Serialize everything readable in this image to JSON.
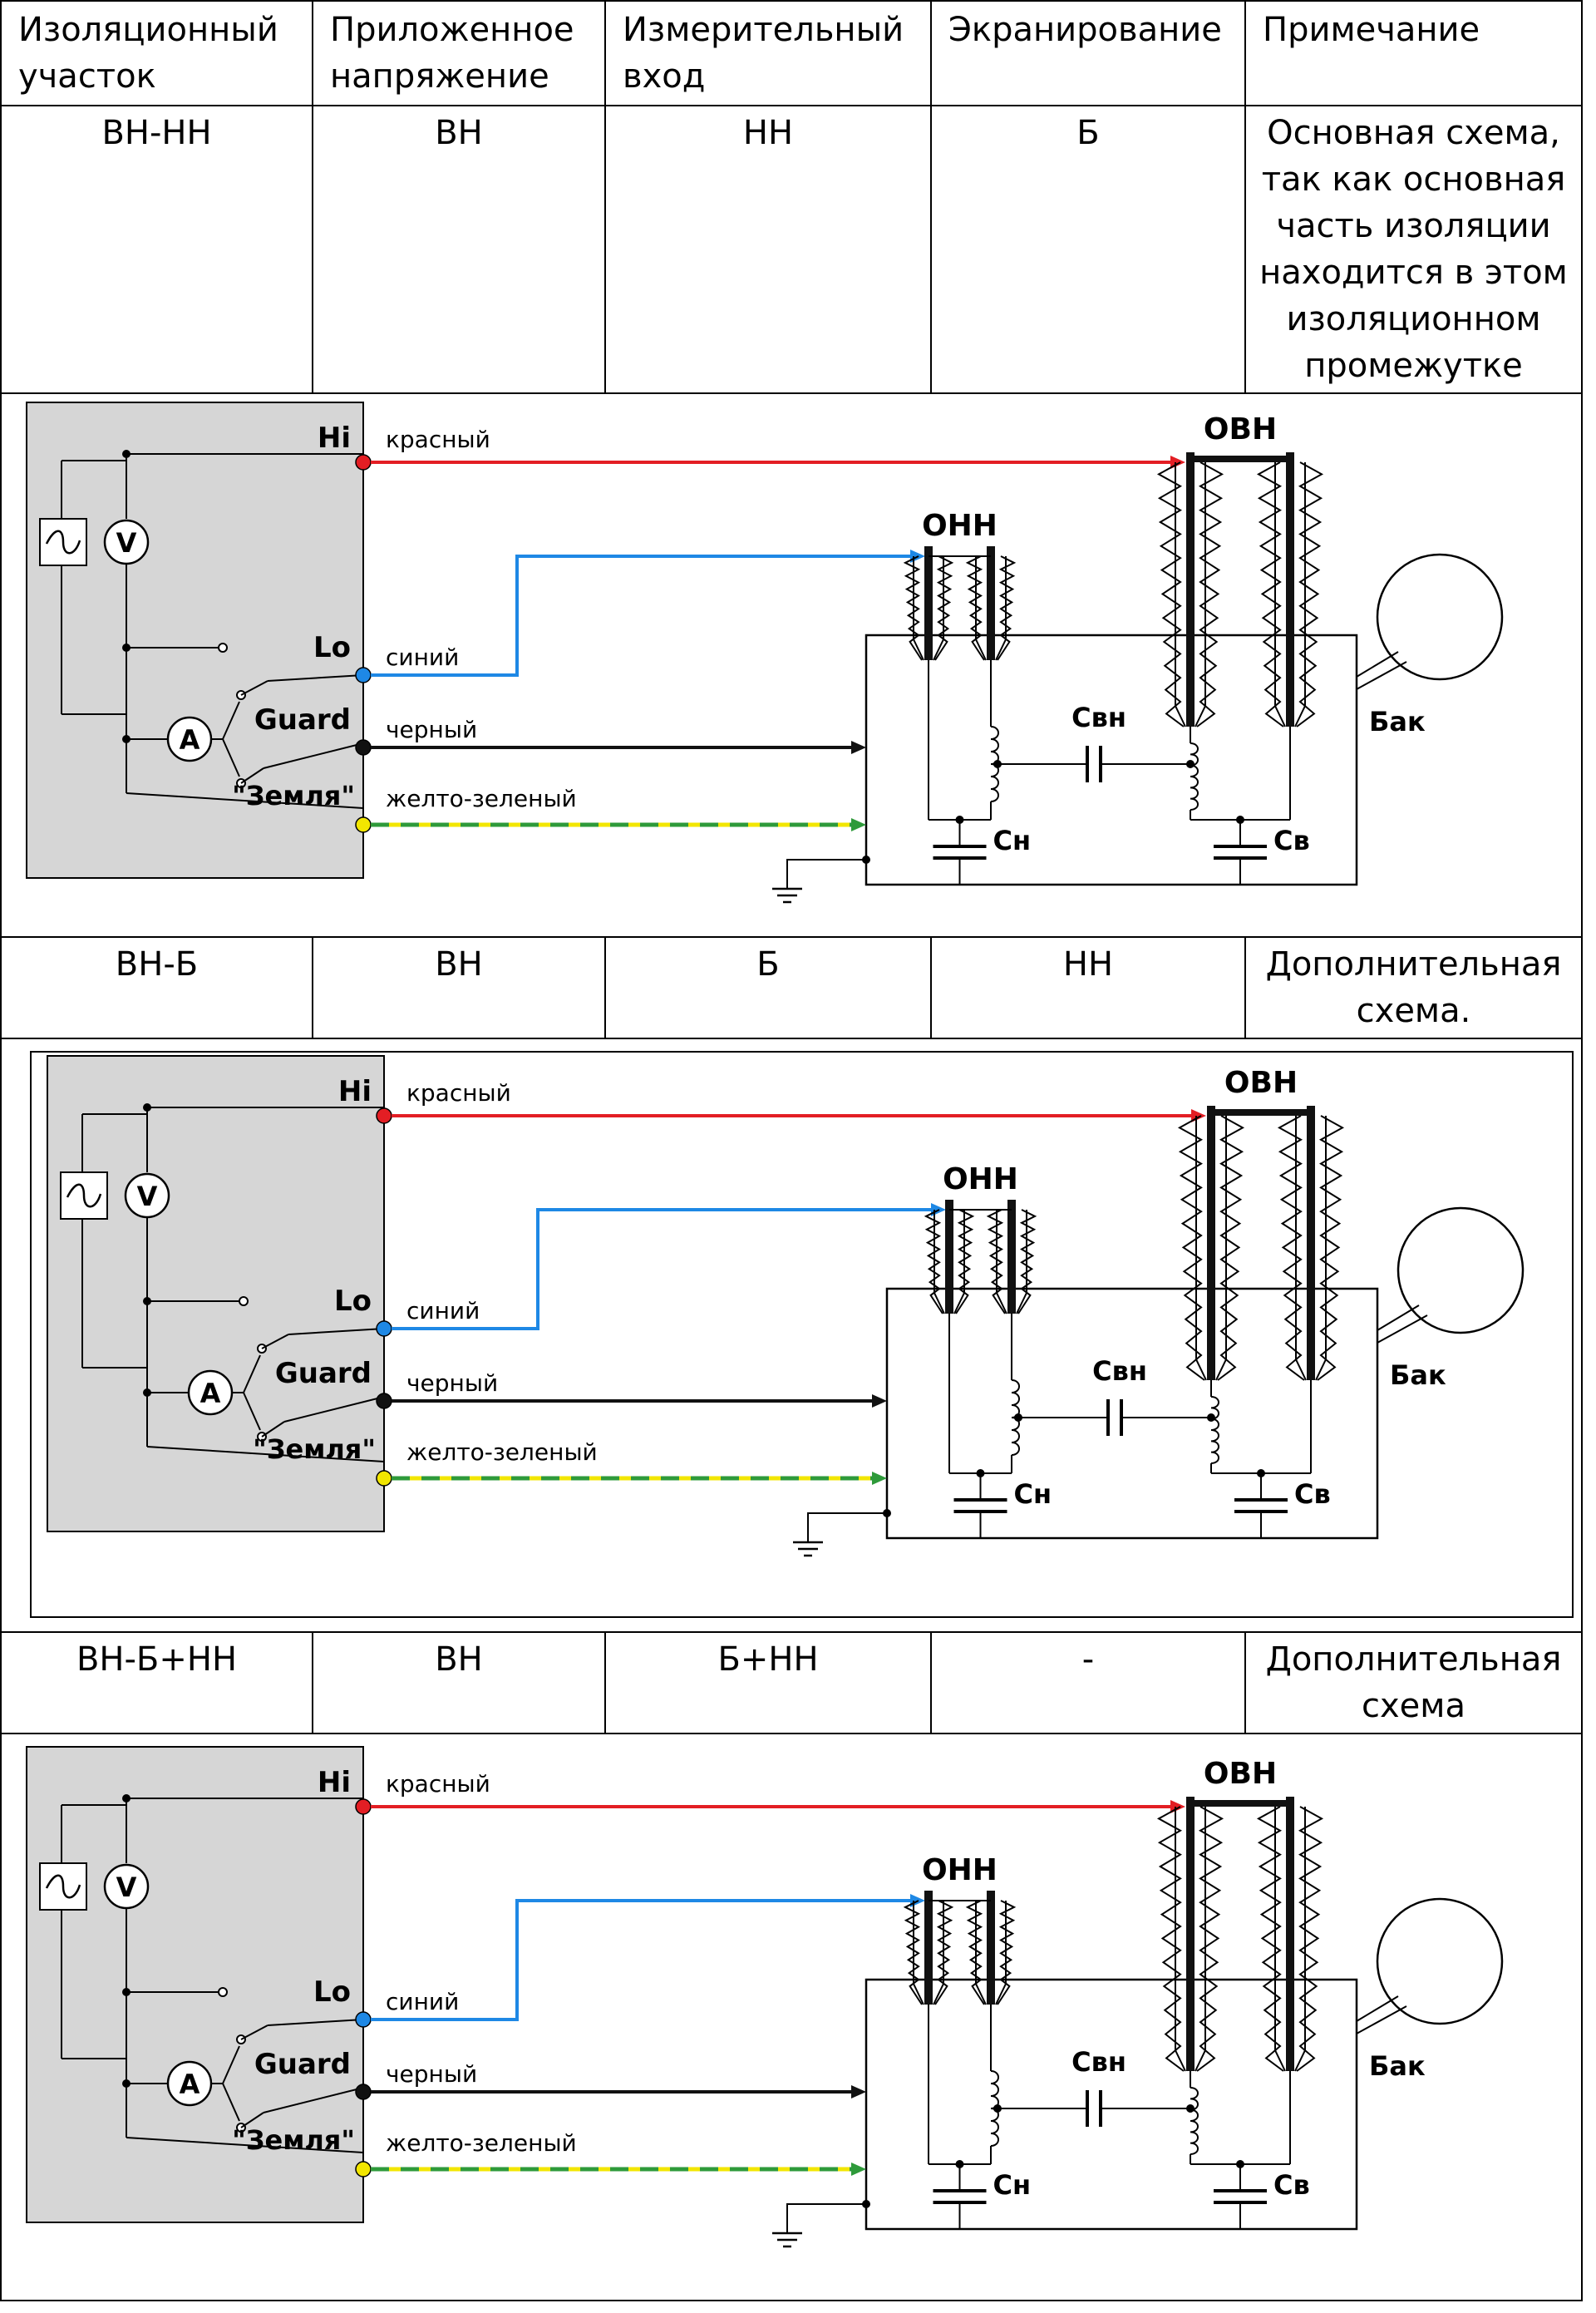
{
  "headers": [
    "Изоляционный участок",
    "Приложенное напряжение",
    "Измерительный вход",
    "Экранирование",
    "Примечание"
  ],
  "rows": [
    {
      "section": "ВН-НН",
      "voltage": "ВН",
      "input": "НН",
      "shield": "Б",
      "note": "Основная схема, так как основная часть изоляции находится в этом изоляционном промежутке"
    },
    {
      "section": "ВН-Б",
      "voltage": "ВН",
      "input": "Б",
      "shield": "НН",
      "note": "Дополнительная схема."
    },
    {
      "section": "ВН-Б+НН",
      "voltage": "ВН",
      "input": "Б+НН",
      "shield": "-",
      "note": "Дополнительная схема"
    }
  ],
  "diagram": {
    "terminals": {
      "hi": "Hi",
      "lo": "Lo",
      "guard": "Guard",
      "ground": "\"Земля\""
    },
    "wires": {
      "red": "красный",
      "blue": "синий",
      "black": "черный",
      "yellowgreen": "желто-зеленый"
    },
    "labels": {
      "hv_bushing": "ОВН",
      "lv_bushing": "ОНН",
      "tank": "Бак",
      "c_hv_lv": "Свн",
      "c_lv": "Сн",
      "c_hv": "Св"
    },
    "meters": {
      "ammeter": "A",
      "voltmeter": "V",
      "source": "~"
    },
    "colors": {
      "red": "#e31e24",
      "blue": "#1e88e5",
      "black": "#111111",
      "yellow": "#f2e600",
      "green": "#2e9a3a",
      "panel": "#d6d6d6"
    }
  }
}
